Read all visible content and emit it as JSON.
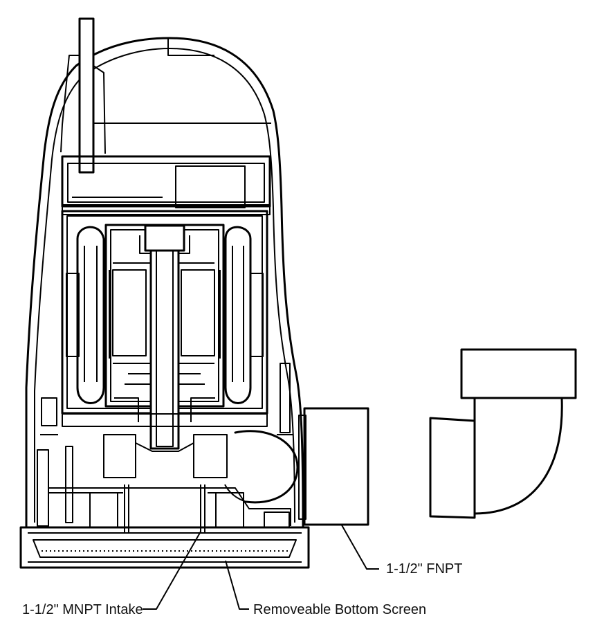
{
  "labels": {
    "fnpt": "1-1/2\" FNPT",
    "mnpt_intake": "1-1/2\" MNPT Intake",
    "bottom_screen": "Removeable Bottom Screen"
  }
}
